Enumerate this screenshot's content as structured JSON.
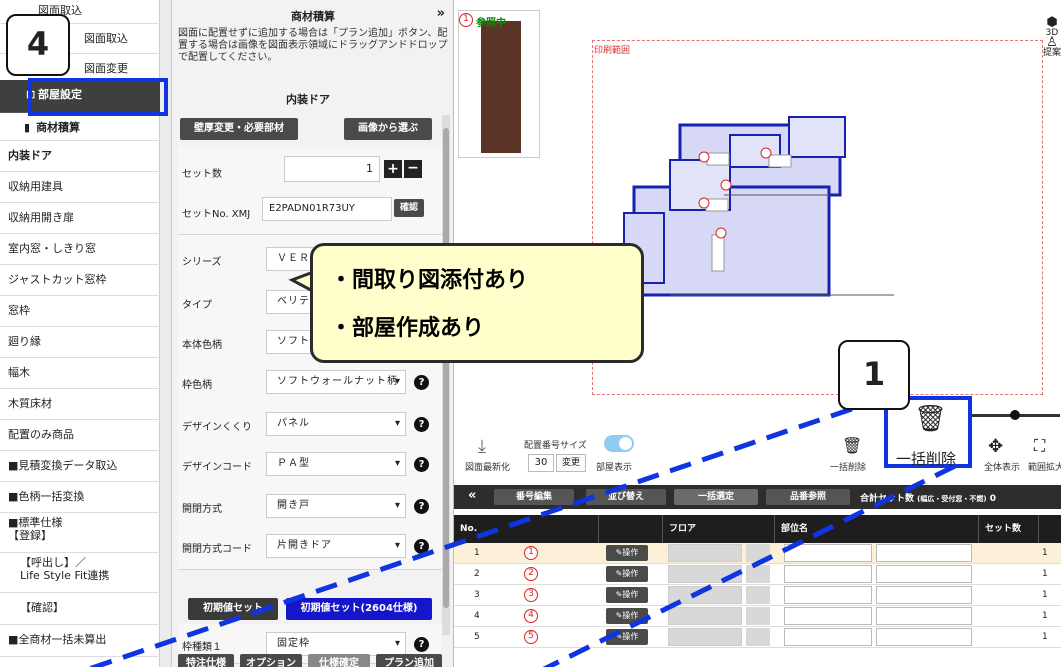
{
  "sidebar": {
    "top_items": [
      "図面取込",
      "図面変更"
    ],
    "room_settings": "部屋設定",
    "section_title": "商材積算",
    "items": [
      "内装ドア",
      "収納用建具",
      "収納用開き扉",
      "室内窓・しきり窓",
      "ジャストカット窓枠",
      "窓枠",
      "廻り縁",
      "幅木",
      "木質床材",
      "配置のみ商品",
      "■見積変換データ取込",
      "■色柄一括変換",
      "■標準仕様\n【登録】",
      "【呼出し】／\nLife Style Fit連携",
      "【確認】",
      "■全商材一括未算出"
    ]
  },
  "panel": {
    "title": "商材積算",
    "collapse_icon": "»",
    "description": "図面に配置せずに追加する場合は「プラン追加」ボタン、配置する場合は画像を図面表示領域にドラッグアンドドロップで配置してください。",
    "subtitle": "内装ドア",
    "btn_thickness": "壁厚変更・必要部材",
    "btn_image": "画像から選ぶ",
    "set_count_label": "セット数",
    "set_count_value": "1",
    "set_no_label": "セットNo. XMJ",
    "set_no_value": "E2PADN01R73UY",
    "confirm": "確認",
    "fields": [
      {
        "label": "シリーズ",
        "value": "ＶＥＲＩ"
      },
      {
        "label": "タイプ",
        "value": "ベリティ"
      },
      {
        "label": "本体色柄",
        "value": "ソフトウ"
      },
      {
        "label": "枠色柄",
        "value": "ソフトウォールナット柄"
      },
      {
        "label": "デザインくくり",
        "value": "パネル"
      },
      {
        "label": "デザインコード",
        "value": "ＰＡ型"
      },
      {
        "label": "開閉方式",
        "value": "開き戸"
      },
      {
        "label": "開閉方式コード",
        "value": "片開きドア"
      }
    ],
    "btn_initial": "初期値セット",
    "btn_initial_2604": "初期値セット(2604仕様)",
    "frame_label": "枠種類１",
    "frame_value": "固定枠",
    "bottom_buttons": [
      "特注仕様",
      "オプション",
      "仕様確定",
      "プラン追加"
    ]
  },
  "viewer": {
    "ref_label": "参照中",
    "badge": "1",
    "print_area": "印刷範囲",
    "right_labels": [
      "3D",
      "提案"
    ]
  },
  "toolbar": {
    "refresh": "図面最新化",
    "size_label": "配置番号サイズ",
    "size_value": "30",
    "size_change": "変更",
    "plan_display": "部屋表示",
    "bulk_delete_small": "一括削除",
    "bulk_delete_big": "一括削除",
    "full_view": "全体表示",
    "zoom": "範囲拡大"
  },
  "darkbar": {
    "back": "«",
    "number_edit": "番号編集",
    "sort": "並び替え",
    "bulk_select": "一括選定",
    "product_ref": "品番参照",
    "total_label": "合計セット数",
    "total_note": "(幅広・受付窓・不燃)",
    "total_value": "0"
  },
  "table": {
    "headers": [
      "No.",
      "",
      "",
      "フロア",
      "部位名",
      "",
      "セット数"
    ],
    "operation": "操作",
    "rows": [
      {
        "no": "1",
        "badge": "1",
        "count": "1"
      },
      {
        "no": "2",
        "badge": "2",
        "count": "1"
      },
      {
        "no": "3",
        "badge": "3",
        "count": "1"
      },
      {
        "no": "4",
        "badge": "4",
        "count": "1"
      },
      {
        "no": "5",
        "badge": "5",
        "count": "1"
      }
    ]
  },
  "overlay": {
    "line1": "・間取り図添付あり",
    "line2": "・部屋作成あり"
  },
  "annotations": {
    "step4": "4",
    "step1": "1"
  },
  "colors": {
    "accent_blue": "#1034e0",
    "dark": "#2d2d2d",
    "badge_red": "#d22",
    "ref_green": "#0a8a0a"
  }
}
